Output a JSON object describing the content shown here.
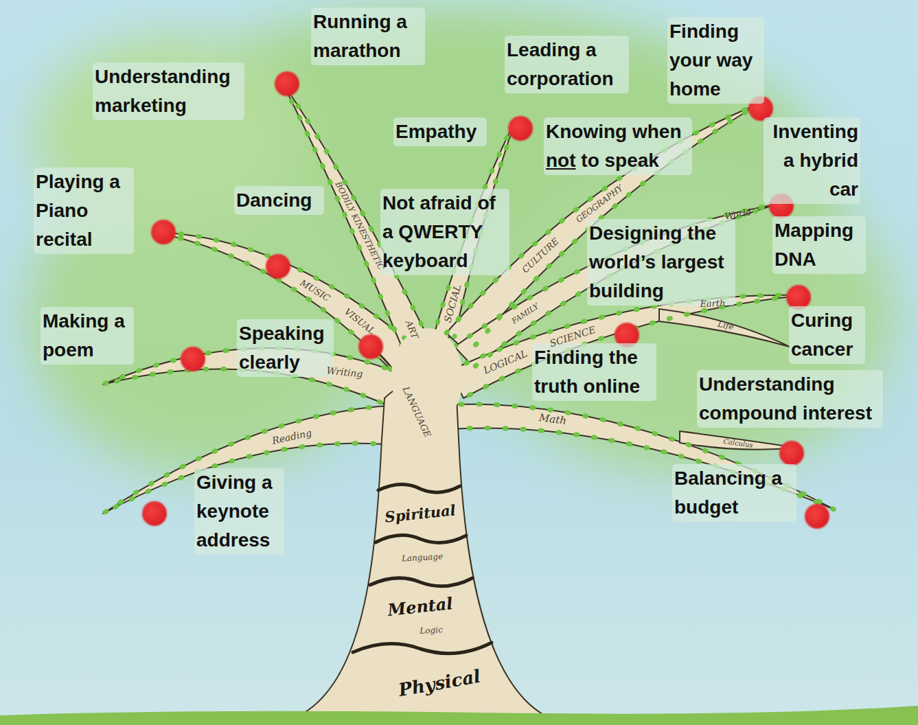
{
  "diagram": {
    "labels": [
      "Running a marathon",
      "Finding your way home",
      "Leading a corporation",
      "Understanding marketing",
      "Empathy",
      "Knowing when not to speak",
      "Inventing a hybrid car",
      "Playing a Piano recital",
      "Dancing",
      "Not afraid of a QWERTY keyboard",
      "Designing the world’s largest building",
      "Mapping DNA",
      "Making a poem",
      "Speaking clearly",
      "Curing cancer",
      "Finding the truth online",
      "Understanding compound interest",
      "Giving a keynote address",
      "Balancing a budget",
      "BODILY KINESTHETIC",
      "VISUAL",
      "MUSIC",
      "ART",
      "SOCIAL",
      "CULTURE",
      "FAMILY",
      "GEOGRAPHY",
      "World",
      "LOGICAL",
      "SCIENCE",
      "Earth",
      "Life",
      "Math",
      "Calculus",
      "Writing",
      "LANGUAGE",
      "Reading",
      "Spiritual",
      "Language",
      "Mental",
      "Logic",
      "Physical"
    ]
  }
}
